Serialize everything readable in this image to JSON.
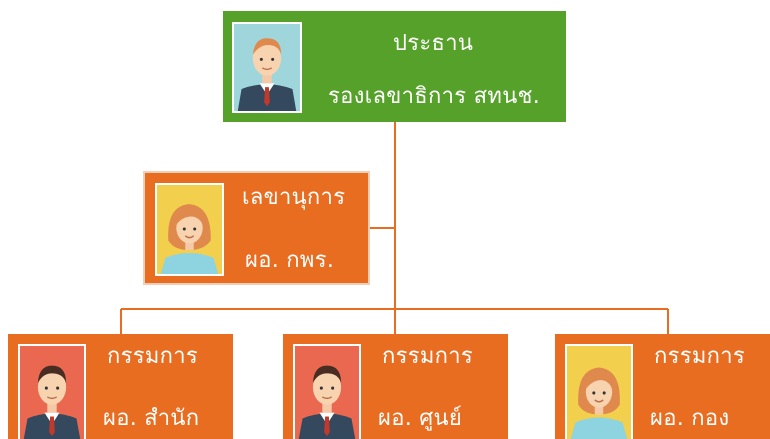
{
  "colors": {
    "chair_green": "#56a12a",
    "member_orange": "#e86d21",
    "connector": "#e86d21"
  },
  "chair": {
    "icon": "male-avatar-icon",
    "title": "ประธาน",
    "position": "รองเลขาธิการ สทนช."
  },
  "secretary": {
    "icon": "female-avatar-icon",
    "title": "เลขานุการ",
    "position": "ผอ. กพร."
  },
  "members": [
    {
      "icon": "male-avatar-icon",
      "title": "กรรมการ",
      "position": "ผอ. สำนัก"
    },
    {
      "icon": "male-avatar-icon",
      "title": "กรรมการ",
      "position": "ผอ. ศูนย์"
    },
    {
      "icon": "female-avatar-icon",
      "title": "กรรมการ",
      "position": "ผอ. กอง"
    }
  ]
}
